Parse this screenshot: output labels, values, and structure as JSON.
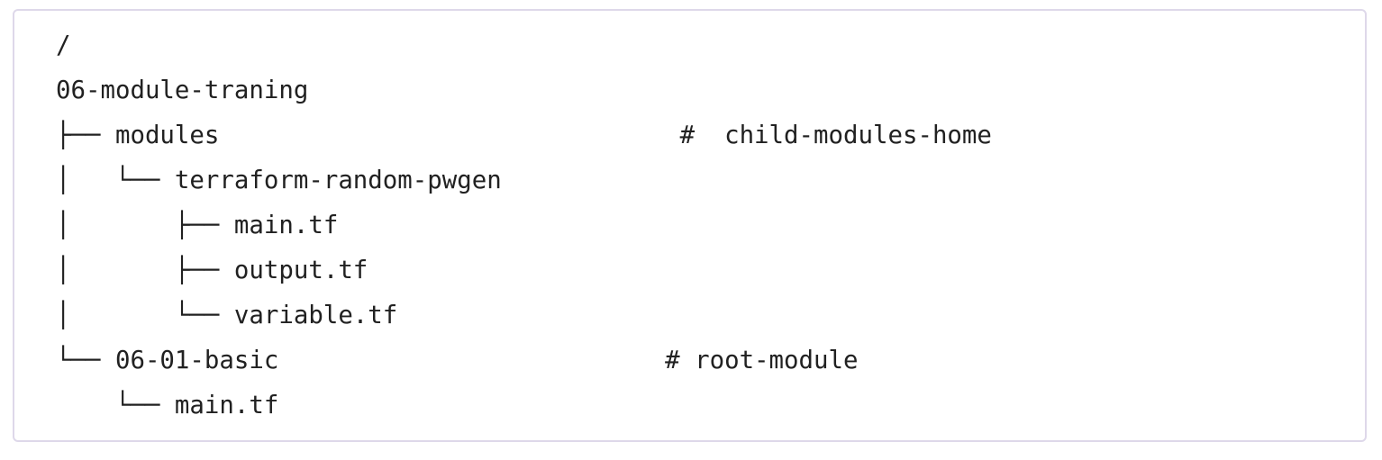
{
  "panel": {
    "border_color": "#ded8ea",
    "background_color": "#ffffff",
    "text_color": "#212121"
  },
  "tree": {
    "lines": [
      "/",
      "06-module-traning",
      "├── modules                               #  child-modules-home",
      "│   └── terraform-random-pwgen",
      "│       ├── main.tf",
      "│       ├── output.tf",
      "│       └── variable.tf",
      "└── 06-01-basic                          # root-module",
      "    └── main.tf"
    ]
  }
}
